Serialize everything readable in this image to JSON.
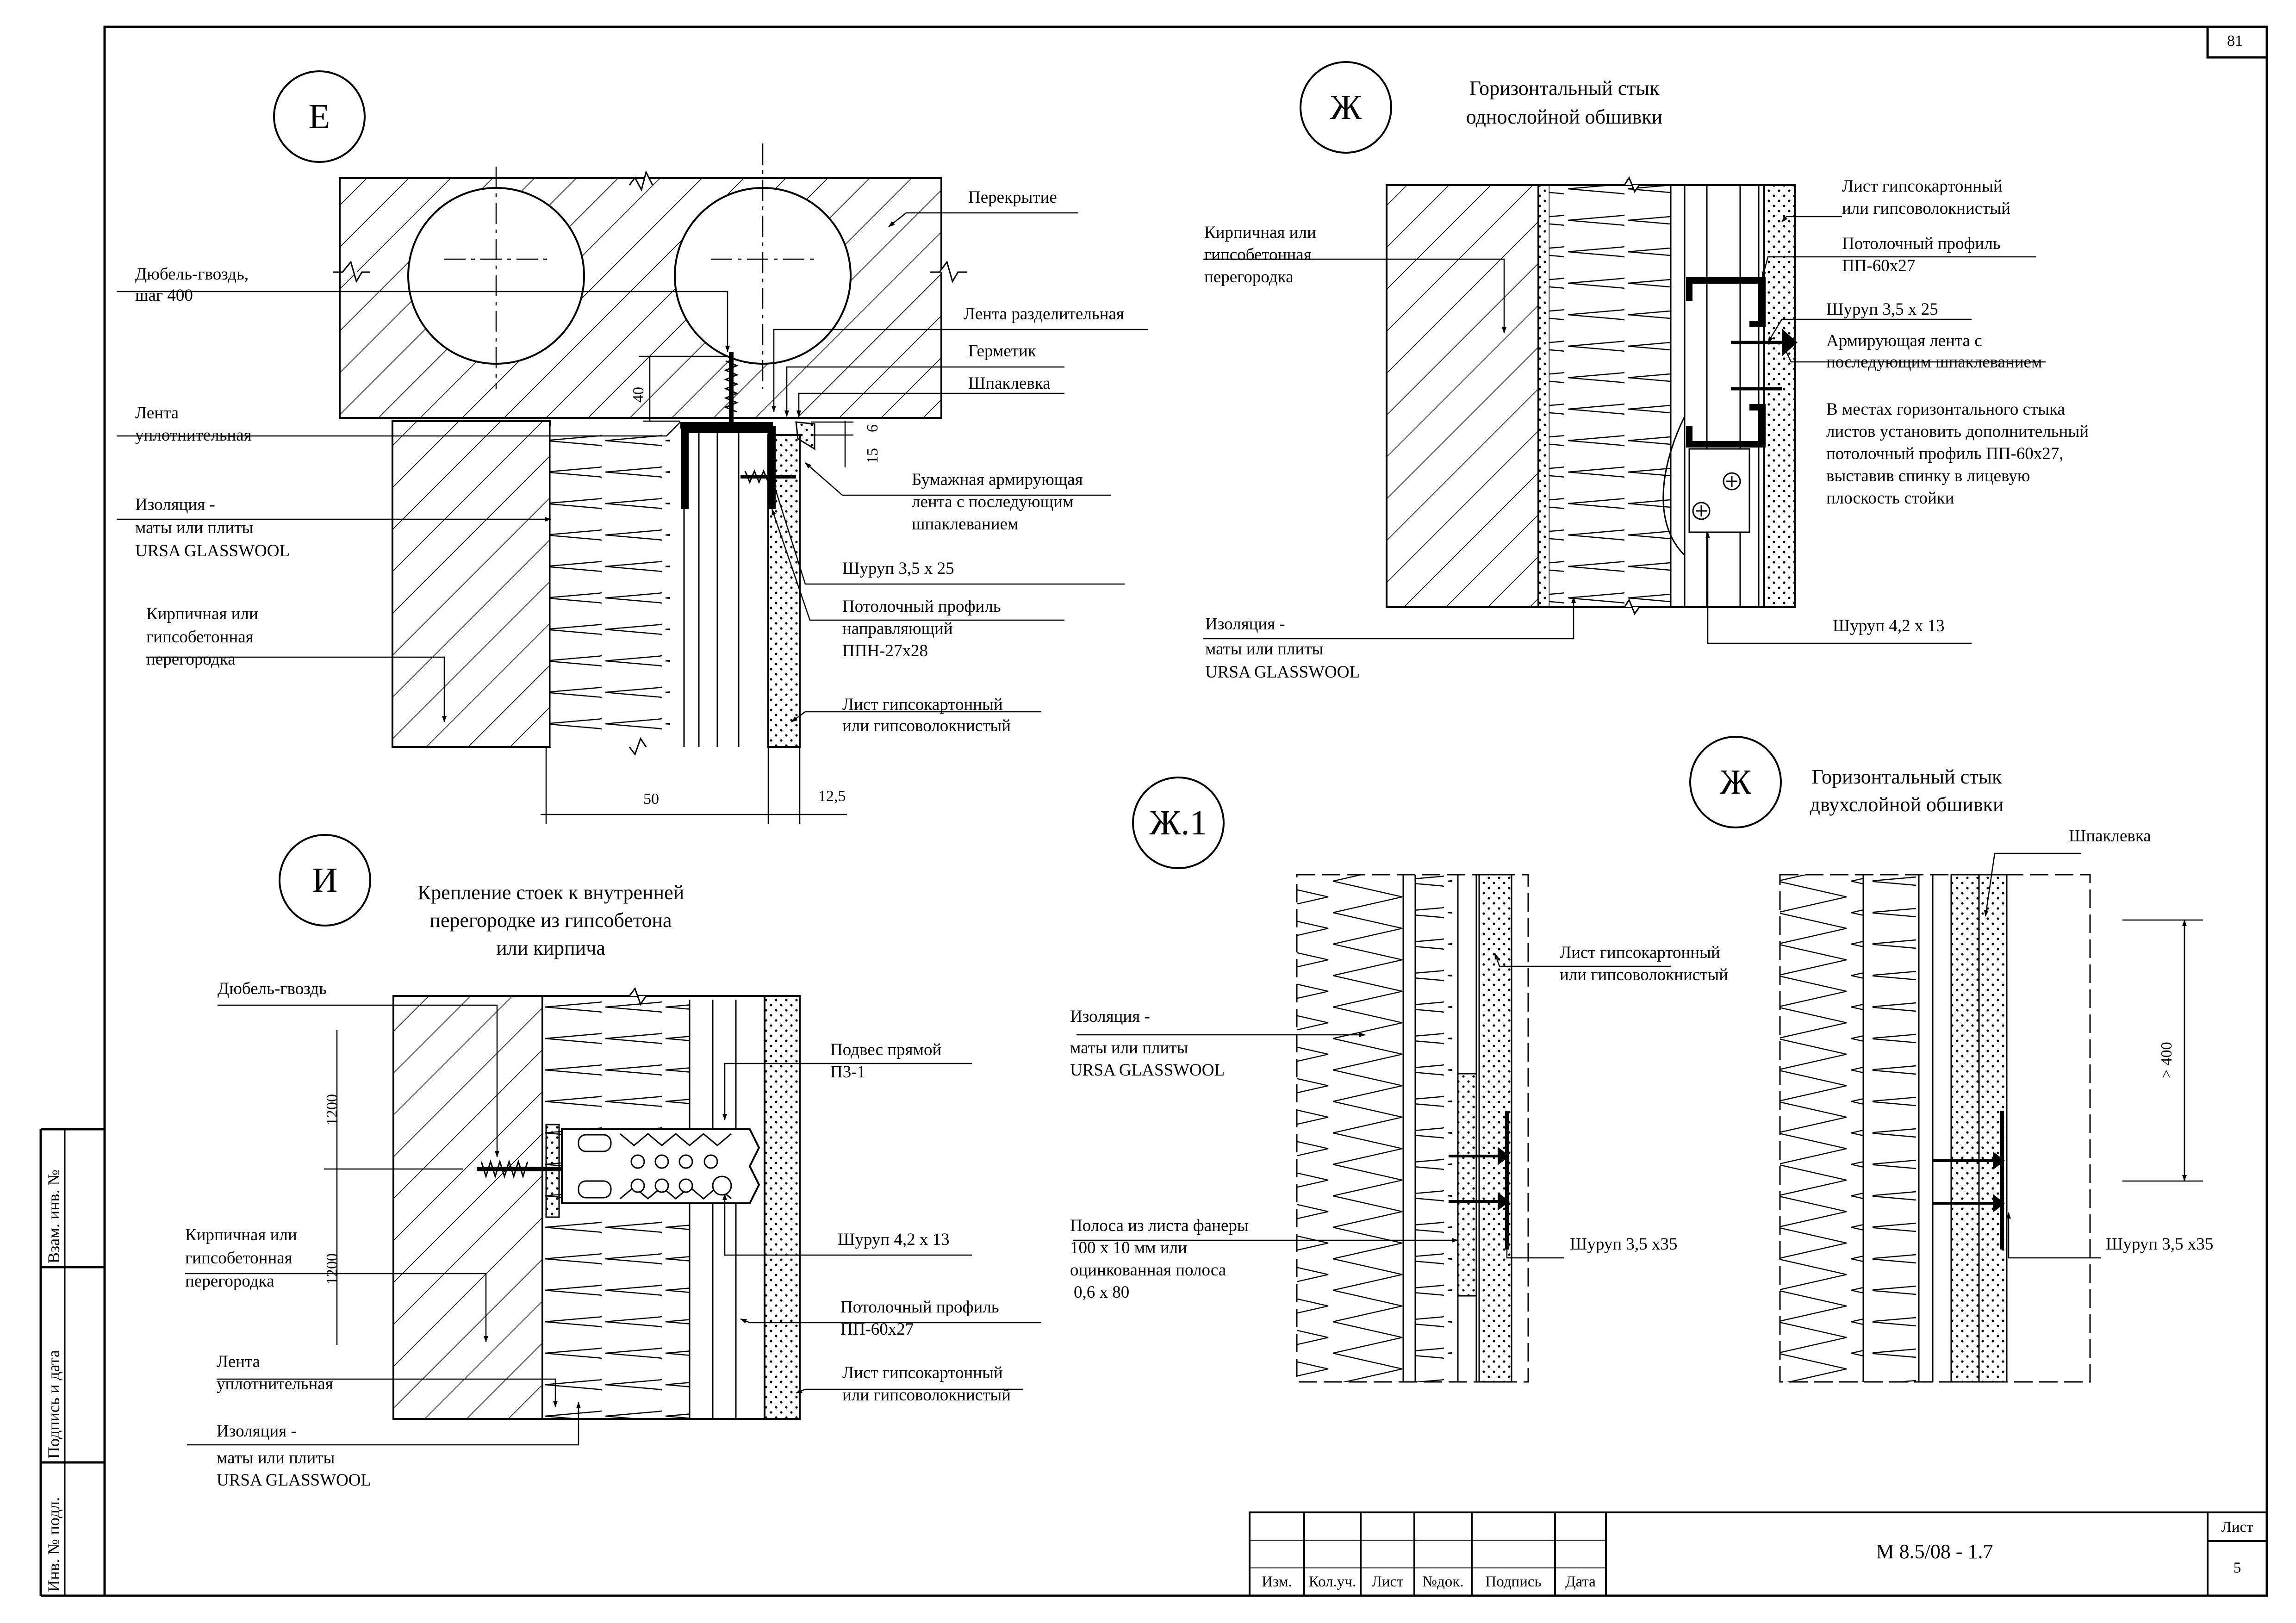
{
  "sheet": {
    "page_number": "81",
    "designation": "М 8.5/08 - 1.7",
    "sheet_label": "Лист",
    "sheet_no": "5"
  },
  "title_block": {
    "columns": [
      "Изм.",
      "Кол.уч.",
      "Лист",
      "№док.",
      "Подпись",
      "Дата"
    ]
  },
  "side_stamp": {
    "vzam": "Взам. инв. №",
    "podpis": "Подпись и дата",
    "inv": "Инв. № подл."
  },
  "E": {
    "mark": "Е",
    "labels": {
      "perekrytie": "Перекрытие",
      "dubel1": "Дюбель-гвоздь,",
      "dubel2": "шаг 400",
      "lenta_razd": "Лента разделительная",
      "germetik": "Герметик",
      "shpaklevka": "Шпаклевка",
      "lenta_upl1": "Лента",
      "lenta_upl2": "уплотнительная",
      "izol1": "Изоляция -",
      "izol2": "маты или плиты",
      "izol3": "URSA GLASSWOOL",
      "bum1": "Бумажная армирующая",
      "bum2": "лента с последующим",
      "bum3": "шпаклеванием",
      "shurup": "Шуруп 3,5 х 25",
      "prof1": "Потолочный профиль",
      "prof2": "направляющий",
      "prof3": "ППН-27х28",
      "kirp1": "Кирпичная или",
      "kirp2": "гипсобетонная",
      "kirp3": "перегородка",
      "list1": "Лист гипсокартонный",
      "list2": "или гипсоволокнистый"
    },
    "dims": {
      "d40": "40",
      "d15": "15",
      "d6": "6",
      "d50": "50",
      "d125": "12,5"
    }
  },
  "ZH": {
    "mark": "Ж",
    "title1": "Горизонтальный стык",
    "title2": "однослойной обшивки",
    "labels": {
      "list1": "Лист гипсокартонный",
      "list2": "или гипсоволокнистый",
      "prof1": "Потолочный профиль",
      "prof2": "ПП-60х27",
      "kirp1": "Кирпичная или",
      "kirp2": "гипсобетонная",
      "kirp3": "перегородка",
      "shurup": "Шуруп 3,5 х 25",
      "arm1": "Армирующая лента с",
      "arm2": "последующим шпаклеванием",
      "note1": "В местах горизонтального стыка",
      "note2": "листов установить дополнительный",
      "note3": "потолочный профиль ПП-60х27,",
      "note4": "выставив  спинку в лицевую",
      "note5": "плоскость стойки",
      "izol1": "Изоляция -",
      "izol2": "маты или плиты",
      "izol3": "URSA GLASSWOOL",
      "shurup2": "Шуруп 4,2 х 13"
    }
  },
  "I": {
    "mark": "И",
    "title1": "Крепление стоек к внутренней",
    "title2": "перегородке из гипсобетона",
    "title3": "или кирпича",
    "labels": {
      "dubel": "Дюбель-гвоздь",
      "podves1": "Подвес прямой",
      "podves2": "П3-1",
      "kirp1": "Кирпичная или",
      "kirp2": "гипсобетонная",
      "kirp3": "перегородка",
      "shurup": "Шуруп 4,2 х 13",
      "prof1": "Потолочный профиль",
      "prof2": "ПП-60х27",
      "lenta1": "Лента",
      "lenta2": "уплотнительная",
      "list1": "Лист гипсокартонный",
      "list2": "или гипсоволокнистый",
      "izol1": "Изоляция -",
      "izol2": "маты или плиты",
      "izol3": "URSA GLASSWOOL"
    },
    "dims": {
      "d1200a": "1200",
      "d1200b": "1200"
    }
  },
  "ZH1": {
    "mark": "Ж.1",
    "labels": {
      "list1": "Лист гипсокартонный",
      "list2": "или гипсоволокнистый",
      "izol1": "Изоляция -",
      "izol2": "маты или плиты",
      "izol3": "URSA GLASSWOOL",
      "pol1": "Полоса из листа фанеры",
      "pol2": "100  х 10 мм или",
      "pol3": "оцинкованная полоса",
      "pol4": "0,6 х 80",
      "shurup": "Шуруп 3,5 х35"
    }
  },
  "ZH2": {
    "mark": "Ж",
    "title1": "Горизонтальный стык",
    "title2": "двухслойной обшивки",
    "labels": {
      "shpak": "Шпаклевка",
      "shurup": "Шуруп 3,5 х35"
    },
    "dims": {
      "d400": "> 400"
    }
  }
}
